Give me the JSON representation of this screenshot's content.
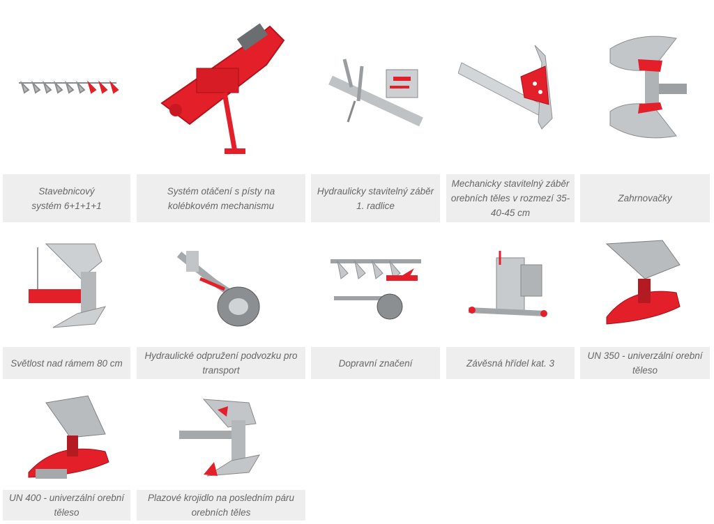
{
  "colors": {
    "accent_red": "#e3202a",
    "steel_grey": "#c9cccf",
    "caption_bg": "#efeeee",
    "caption_text": "#666666"
  },
  "items": [
    {
      "caption": "Stavebnicový\nsystém 6+1+1+1",
      "icon": "modular-plough-system-image"
    },
    {
      "caption": "Systém otáčení  s písty na\nkolébkovém mechanismu",
      "icon": "turnover-cradle-mechanism-image"
    },
    {
      "caption": "Hydraulicky stavitelný záběr\n1. radlice",
      "icon": "hydraulic-first-furrow-image"
    },
    {
      "caption": "Mechanicky stavitelný záběr\norebních těles v rozmezí 35-\n40-45 cm",
      "icon": "mechanical-working-width-image"
    },
    {
      "caption": "Zahrnovačky",
      "icon": "skimmers-image"
    },
    {
      "caption": "Světlost nad rámem 80 cm",
      "icon": "frame-clearance-image"
    },
    {
      "caption": "Hydraulické odpružení podvozku pro\ntransport",
      "icon": "hydraulic-chassis-suspension-image"
    },
    {
      "caption": "Dopravní značení",
      "icon": "transport-marking-image"
    },
    {
      "caption": "Závěsná hřídel kat. 3",
      "icon": "hitch-shaft-cat3-image"
    },
    {
      "caption": "UN 350 - univerzální orební\ntěleso",
      "icon": "un350-plough-body-image"
    },
    {
      "caption": "UN 400 - univerzální orební\ntěleso",
      "icon": "un400-plough-body-image"
    },
    {
      "caption": "Plazové krojidlo na posledním páru\norebních těles",
      "icon": "skid-coulter-image"
    }
  ]
}
